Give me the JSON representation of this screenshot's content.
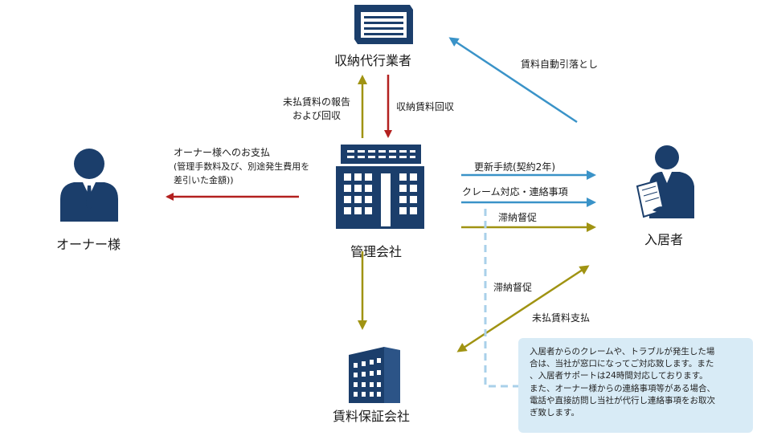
{
  "nodes": {
    "collection_agency": "収納代行業者",
    "owner": "オーナー様",
    "management": "管理会社",
    "tenant": "入居者",
    "guarantor": "賃料保証会社"
  },
  "edges": {
    "auto_debit": "賃料自動引落とし",
    "unpaid_report_line1": "未払賃料の報告",
    "unpaid_report_line2": "および回収",
    "rent_collection": "収納賃料回収",
    "owner_payment": "オーナー様へのお支払",
    "owner_payment_note_line1": "(管理手数料及び、別途発生費用を",
    "owner_payment_note_line2": "差引いた金額))",
    "renewal": "更新手続(契約2年)",
    "complaints": "クレーム対応・連絡事項",
    "dunning_tenant": "滞納督促",
    "dunning_guarantor": "滞納督促",
    "unpaid_payment": "未払賃料支払"
  },
  "note": {
    "lines": [
      "入居者からのクレームや、トラブルが発生した場",
      "合は、当社が窓口になってご対応致します。また",
      "、入居者サポートは24時間対応しております。",
      "また、オーナー様からの連絡事項等がある場合、",
      "電話や直接訪問し当社が代行し連絡事項をお取次",
      "ぎ致します。"
    ]
  },
  "colors": {
    "navy": "#1b3e6b",
    "red": "#b3201f",
    "olive": "#a09312",
    "blue": "#3a93c8",
    "dashed": "#a9d0ea",
    "note_bg": "#d8ebf6"
  }
}
